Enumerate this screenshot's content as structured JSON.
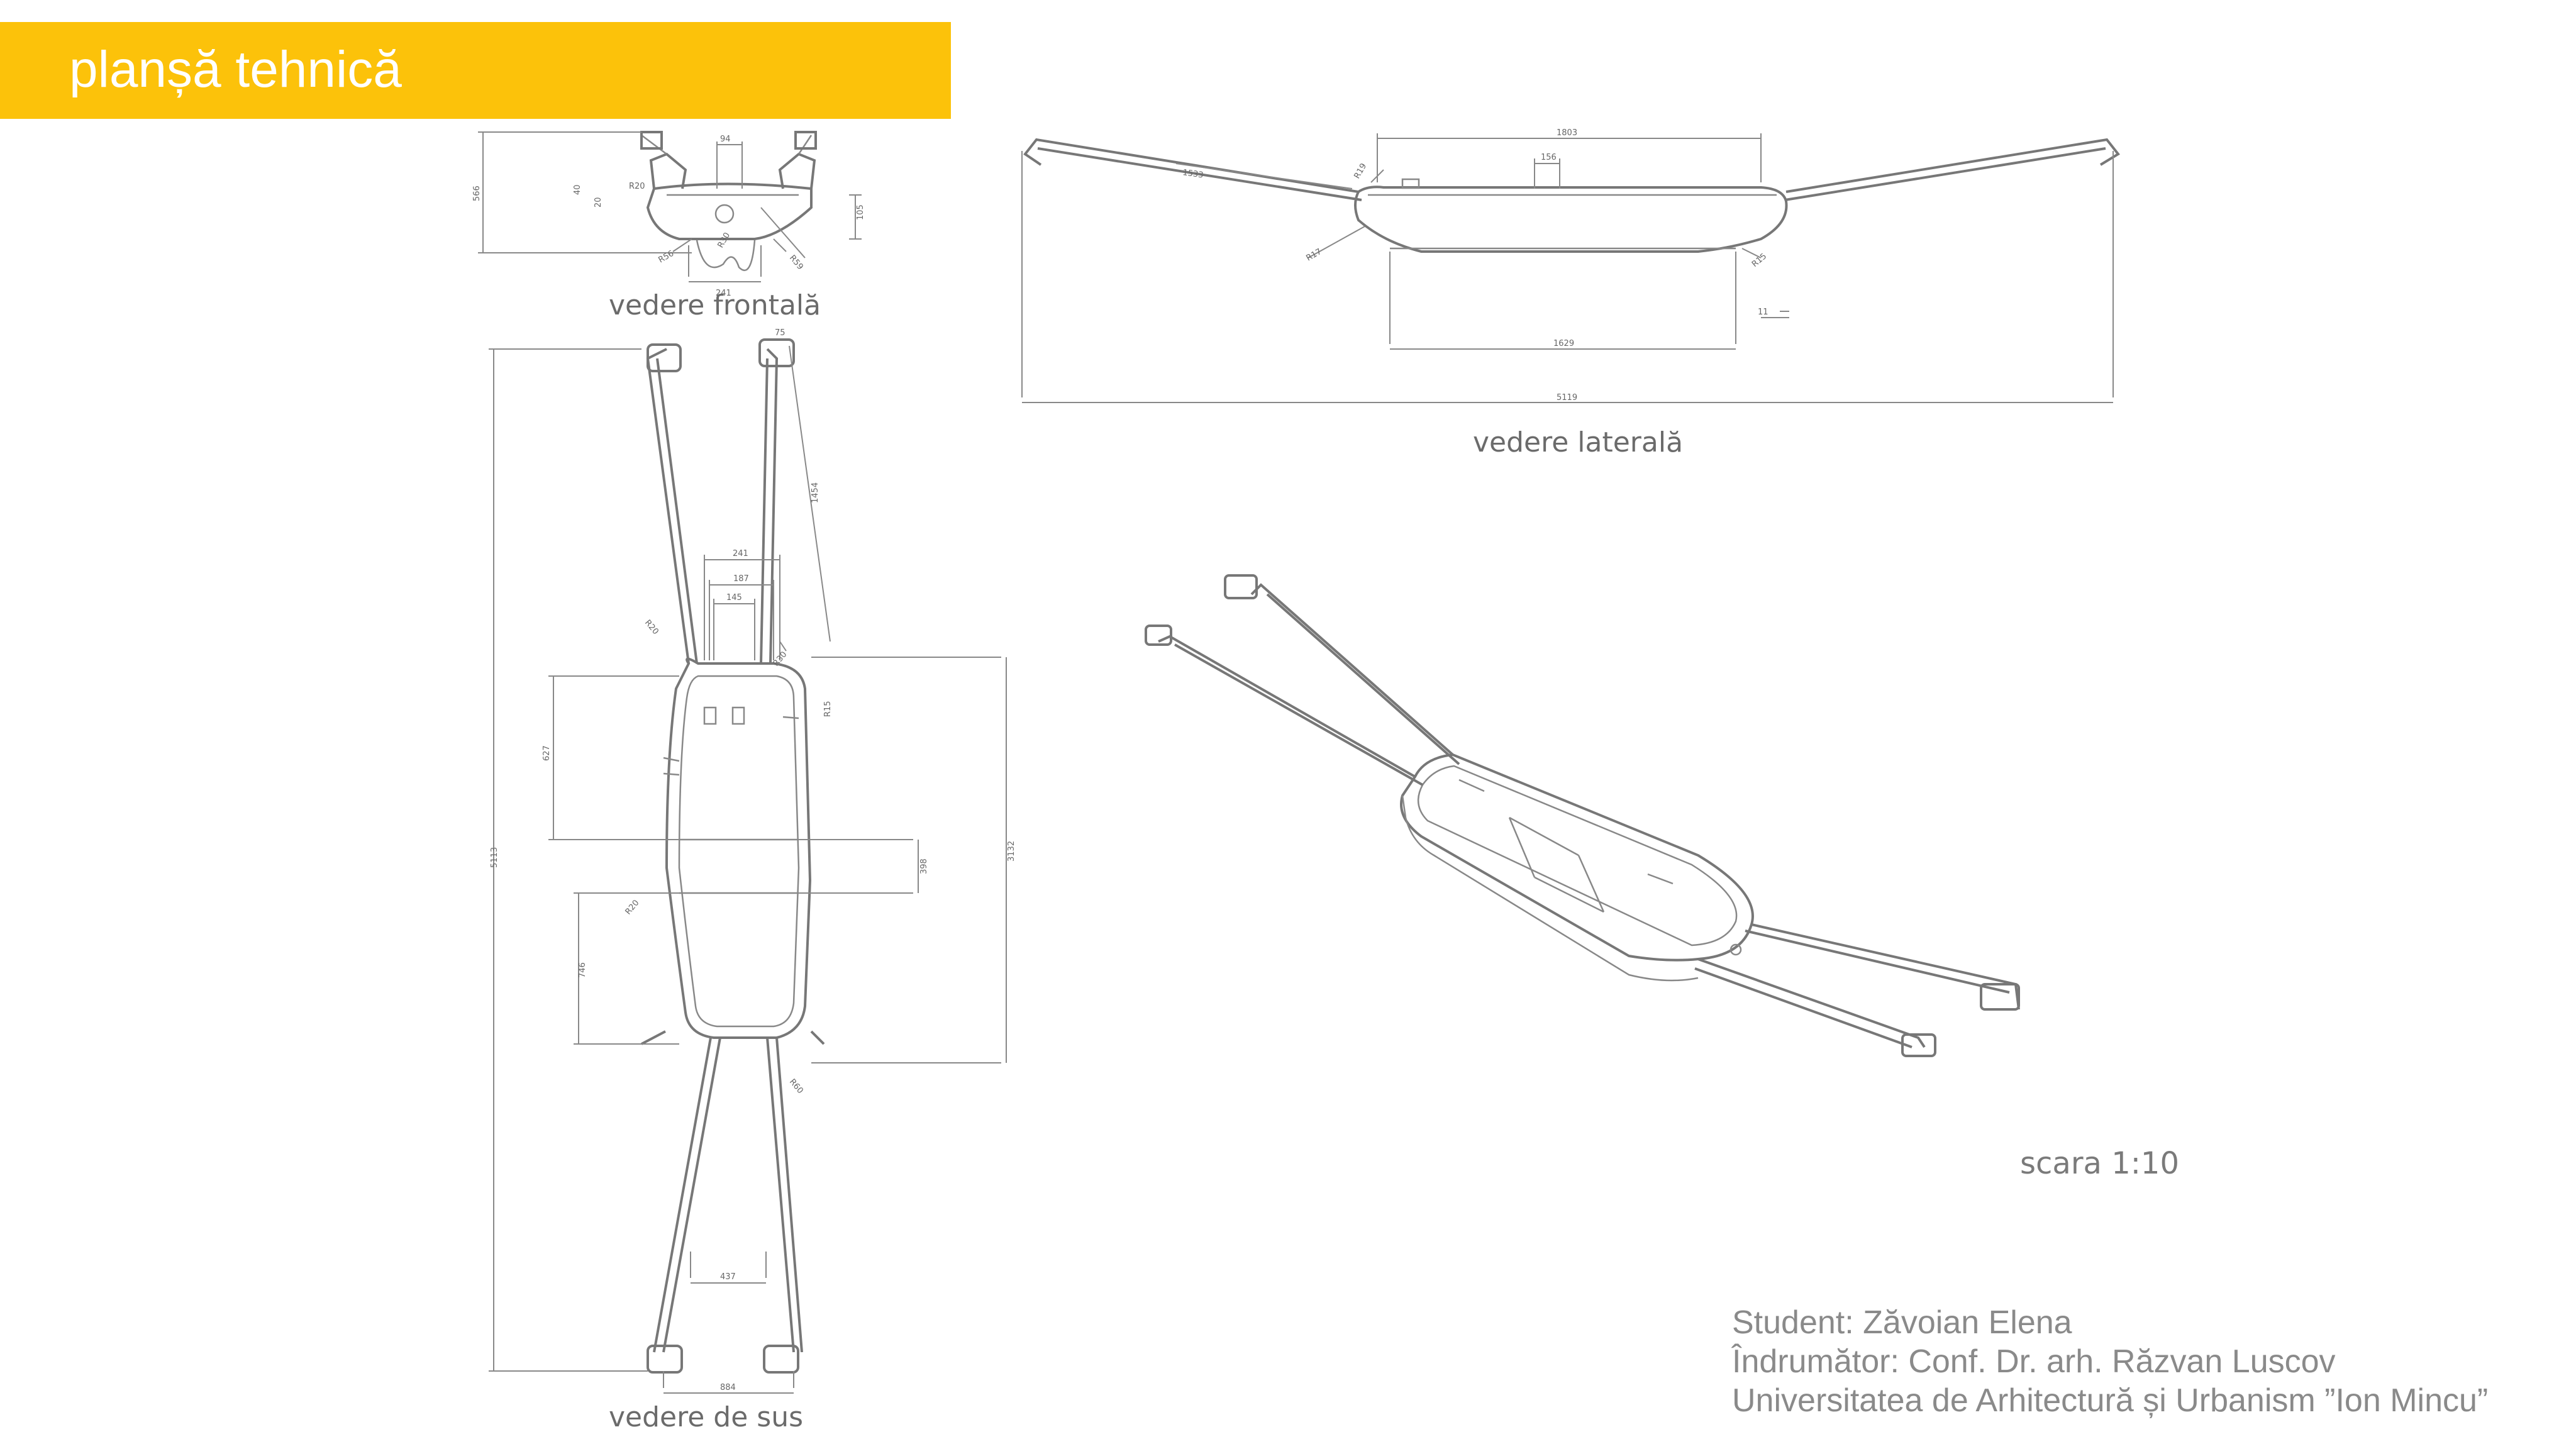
{
  "header": {
    "title": "planșă tehnică"
  },
  "views": {
    "front": {
      "caption": "vedere frontală",
      "dims": [
        "94",
        "40",
        "20",
        "105",
        "241",
        "566",
        "R56",
        "R59",
        "R30",
        "R20"
      ]
    },
    "side": {
      "caption": "vedere laterală",
      "dims": [
        "1803",
        "156",
        "1533",
        "1629",
        "5119",
        "R17",
        "R19",
        "R15",
        "11"
      ]
    },
    "top": {
      "caption": "vedere de sus",
      "dims": [
        "75",
        "1454",
        "241",
        "187",
        "145",
        "R20",
        "R30",
        "627",
        "5113",
        "3132",
        "R15",
        "398",
        "746",
        "R20",
        "437",
        "884",
        "R60"
      ]
    },
    "iso": {
      "caption": ""
    }
  },
  "scale": {
    "label": "scara 1:10"
  },
  "credits": {
    "student": "Student: Zăvoian Elena",
    "advisor": "Îndrumător: Conf. Dr. arh. Răzvan Luscov",
    "university": "Universitatea de Arhitectură și Urbanism ”Ion Mincu”"
  },
  "colors": {
    "banner": "#fcc20a",
    "banner_text": "#ffffff",
    "line": "#777777",
    "caption_text": "#6b6b6b"
  }
}
